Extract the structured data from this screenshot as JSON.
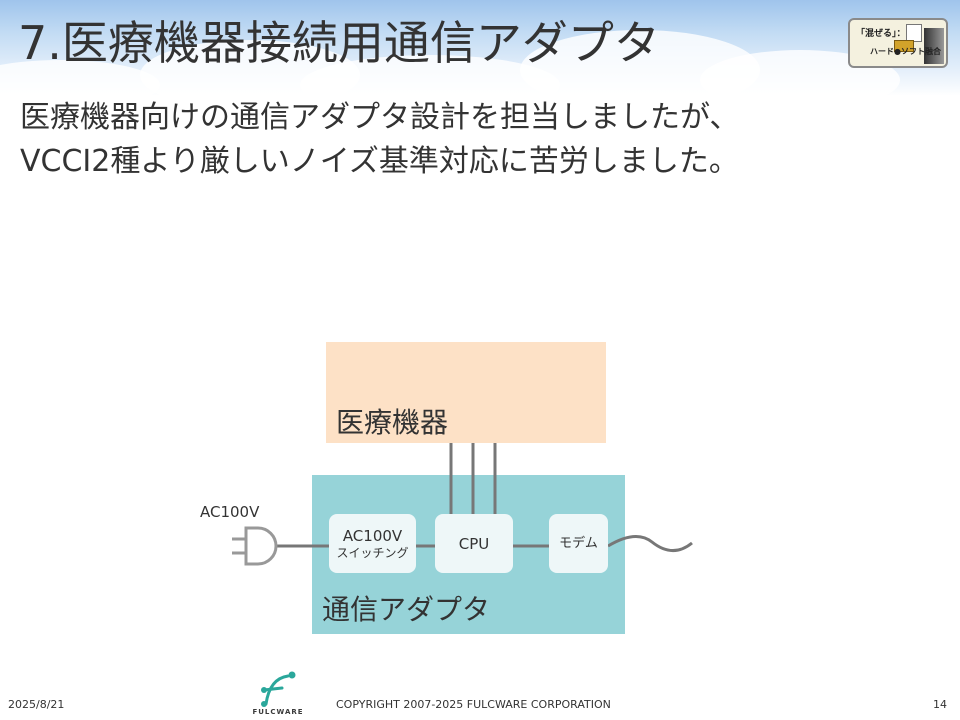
{
  "slide": {
    "title": "7.医療機器接続用通信アダプタ",
    "intro_lines": [
      "医療機器向けの通信アダプタ設計を担当しましたが、",
      "VCCI2種より厳しいノイズ基準対応に苦労しました。"
    ]
  },
  "badge": {
    "line1": "「混ぜる」：",
    "line2": "ハード●ソフト融合"
  },
  "diagram": {
    "medical_device_label": "医療機器",
    "adapter_label": "通信アダプタ",
    "ac_input_label": "AC100V",
    "psu_label": "AC100V",
    "psu_sublabel": "スイッチング",
    "cpu_label": "CPU",
    "modem_label": "モデム",
    "colors": {
      "medical_device_fill": "#fde1c6",
      "adapter_fill": "#96d3d8",
      "inner_block_fill": "#eef7f8",
      "wire": "#777777"
    }
  },
  "footer": {
    "date": "2025/8/21",
    "copyright": "COPYRIGHT 2007-2025 FULCWARE CORPORATION",
    "page_number": "14",
    "logo_text": "FULCWARE"
  }
}
